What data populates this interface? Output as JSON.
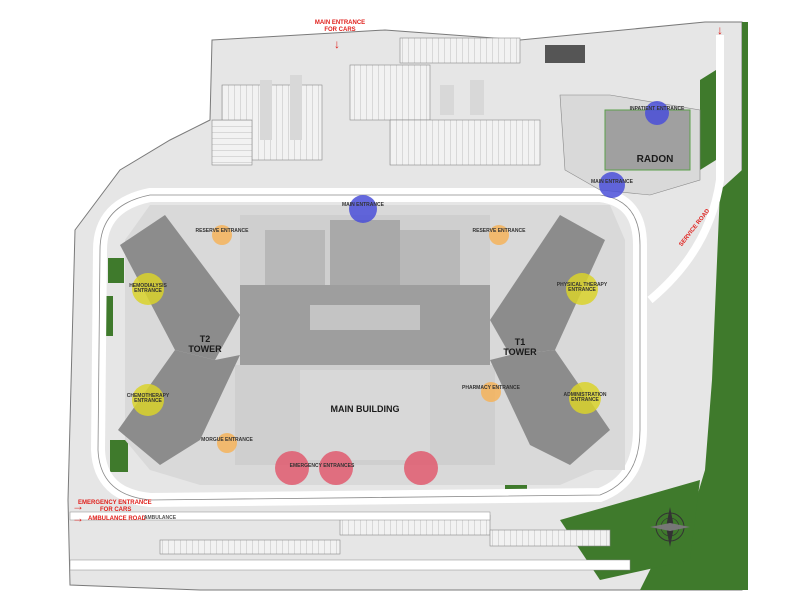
{
  "map": {
    "buildings": {
      "main": "MAIN BUILDING",
      "t1_line1": "T1",
      "t1_line2": "TOWER",
      "t2_line1": "T2",
      "t2_line2": "TOWER",
      "radon": "RADON"
    },
    "entrances": {
      "main": "MAIN ENTRANCE",
      "reserve_left": "RESERVE ENTRANCE",
      "reserve_right": "RESERVE ENTRANCE",
      "hemodialysis": "HEMODIALYSIS ENTRANCE",
      "chemotherapy": "CHEMOTHERAPY ENTRANCE",
      "physical_therapy": "PHYSICAL THERAPY ENTRANCE",
      "administration": "ADMINISTRATION ENTRANCE",
      "pharmacy": "PHARMACY ENTRANCE",
      "morgue": "MORGUE ENTRANCE",
      "emergency": "EMERGENCY ENTRANCES",
      "inpatient": "INPATIENT ENTRANCE",
      "main_radon": "MAIN ENTRANCE"
    },
    "access": {
      "main_cars_line1": "MAIN ENTRANCE",
      "main_cars_line2": "FOR CARS",
      "emergency_cars_line1": "EMERGENCY ENTRANCE",
      "emergency_cars_line2": "FOR CARS",
      "ambulance_road": "AMBULANCE ROAD",
      "ambulance": "AMBULANCE",
      "service_road": "SERVICE ROAD"
    },
    "colors": {
      "grass": "#3f7a2c",
      "road": "#ffffff",
      "road_edge": "#8a8a8a",
      "building_dark": "#8c8c8c",
      "building_mid": "#a9a9a9",
      "building_light": "#cfcfcf",
      "plaza": "#d9d9d9",
      "blue_marker": "#4a4fd8",
      "yellow_marker": "#d9d22a",
      "orange_marker": "#f5b35a",
      "red_marker": "#e05a6e",
      "arrow_red": "#e0201c"
    }
  }
}
